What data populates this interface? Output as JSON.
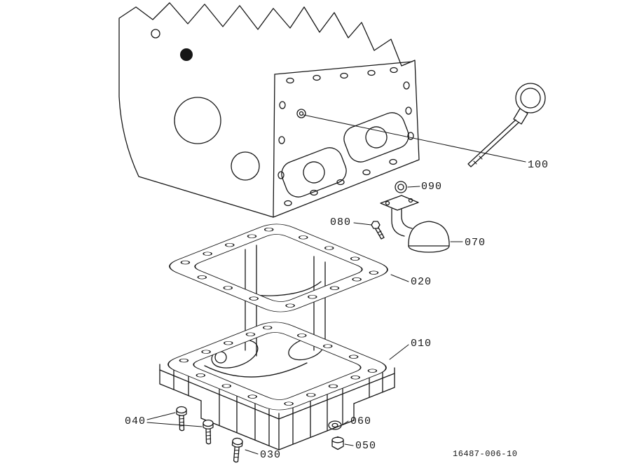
{
  "figure": {
    "type": "exploded-parts-diagram",
    "ink_color": "#161616",
    "background_color": "#ffffff",
    "drawing_number": "16487-006-10",
    "callouts": [
      "010",
      "020",
      "030",
      "040",
      "050",
      "060",
      "070",
      "080",
      "090",
      "100"
    ]
  }
}
